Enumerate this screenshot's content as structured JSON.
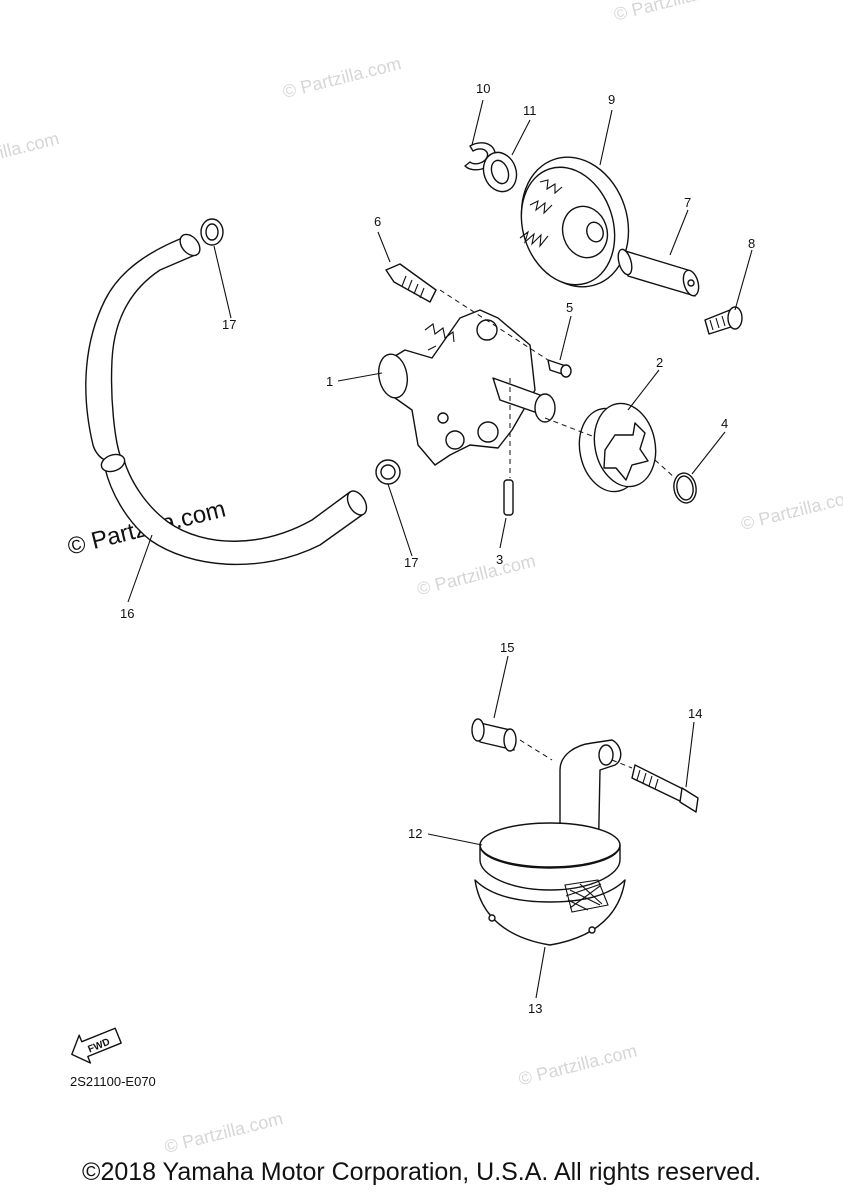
{
  "watermark": "© Partzilla.com",
  "diagram_code": "2S21100-E070",
  "fwd_label": "FWD",
  "copyright": "©2018 Yamaha Motor Corporation, U.S.A. All rights reserved.",
  "callouts": [
    "1",
    "2",
    "3",
    "4",
    "5",
    "6",
    "7",
    "8",
    "9",
    "10",
    "11",
    "12",
    "13",
    "14",
    "15",
    "16",
    "17",
    "17"
  ]
}
